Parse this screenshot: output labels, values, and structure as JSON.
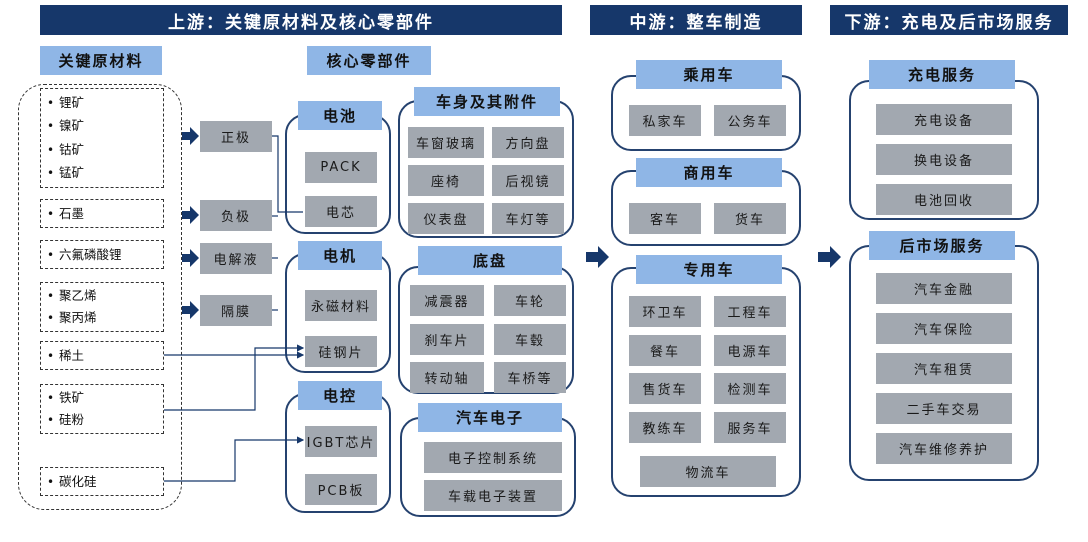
{
  "banners": {
    "upstream": "上游：关键原材料及核心零部件",
    "midstream": "中游：整车制造",
    "downstream": "下游：充电及后市场服务"
  },
  "upstream": {
    "materials_title": "关键原材料",
    "materials": [
      [
        "锂矿",
        "镍矿",
        "钴矿",
        "锰矿"
      ],
      [
        "石墨"
      ],
      [
        "六氟磷酸锂"
      ],
      [
        "聚乙烯",
        "聚丙烯"
      ],
      [
        "稀土"
      ],
      [
        "铁矿",
        "硅粉"
      ],
      [
        "碳化硅"
      ]
    ],
    "battery_materials": [
      "正极",
      "负极",
      "电解液",
      "隔膜"
    ],
    "components_title": "核心零部件",
    "battery": {
      "title": "电池",
      "items": [
        "PACK",
        "电芯"
      ]
    },
    "motor": {
      "title": "电机",
      "items": [
        "永磁材料",
        "硅钢片"
      ]
    },
    "control": {
      "title": "电控",
      "items": [
        "IGBT芯片",
        "PCB板"
      ]
    },
    "body": {
      "title": "车身及其附件",
      "items": [
        "车窗玻璃",
        "方向盘",
        "座椅",
        "后视镜",
        "仪表盘",
        "车灯等"
      ]
    },
    "chassis": {
      "title": "底盘",
      "items": [
        "减震器",
        "车轮",
        "刹车片",
        "车毂",
        "转动轴",
        "车桥等"
      ]
    },
    "electronics": {
      "title": "汽车电子",
      "items": [
        "电子控制系统",
        "车载电子装置"
      ]
    }
  },
  "midstream": {
    "passenger": {
      "title": "乘用车",
      "items": [
        "私家车",
        "公务车"
      ]
    },
    "commercial": {
      "title": "商用车",
      "items": [
        "客车",
        "货车"
      ]
    },
    "special": {
      "title": "专用车",
      "items": [
        "环卫车",
        "工程车",
        "餐车",
        "电源车",
        "售货车",
        "检测车",
        "教练车",
        "服务车",
        "物流车"
      ]
    }
  },
  "downstream": {
    "charging": {
      "title": "充电服务",
      "items": [
        "充电设备",
        "换电设备",
        "电池回收"
      ]
    },
    "aftermarket": {
      "title": "后市场服务",
      "items": [
        "汽车金融",
        "汽车保险",
        "汽车租赁",
        "二手车交易",
        "汽车维修养护"
      ]
    }
  },
  "colors": {
    "banner": "#16376a",
    "header": "#8fb6e6",
    "item": "#a2a8b0",
    "border": "#25426f"
  }
}
